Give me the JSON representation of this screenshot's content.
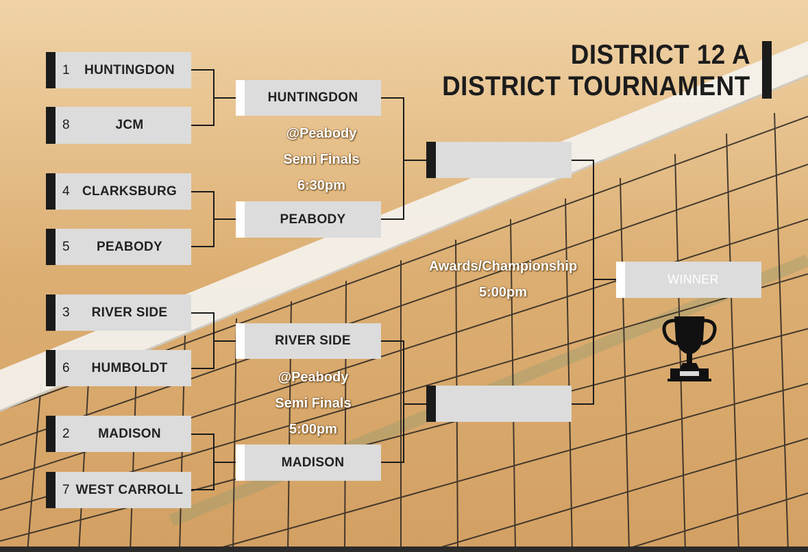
{
  "title": {
    "line1": "DISTRICT 12 A",
    "line2": "DISTRICT TOURNAMENT"
  },
  "round1": [
    {
      "seed": "1",
      "team": "HUNTINGDON"
    },
    {
      "seed": "8",
      "team": "JCM"
    },
    {
      "seed": "4",
      "team": "CLARKSBURG"
    },
    {
      "seed": "5",
      "team": "PEABODY"
    },
    {
      "seed": "3",
      "team": "RIVER SIDE"
    },
    {
      "seed": "6",
      "team": "HUMBOLDT"
    },
    {
      "seed": "2",
      "team": "MADISON"
    },
    {
      "seed": "7",
      "team": "WEST CARROLL"
    }
  ],
  "round2": [
    {
      "team": "HUNTINGDON"
    },
    {
      "team": "PEABODY"
    },
    {
      "team": "RIVER SIDE"
    },
    {
      "team": "MADISON"
    }
  ],
  "semis": [
    {
      "team": ""
    },
    {
      "team": ""
    }
  ],
  "final": {
    "label": "WINNER"
  },
  "notes": {
    "top": {
      "venue": "@Peabody",
      "round": "Semi Finals",
      "time": "6:30pm"
    },
    "bottom": {
      "venue": "@Peabody",
      "round": "Semi Finals",
      "time": "5:00pm"
    },
    "championship": {
      "label": "Awards/Championship",
      "time": "5:00pm"
    }
  },
  "icons": {
    "trophy": "trophy-icon"
  },
  "colors": {
    "box": "#dcdcdc",
    "dark": "#1b1b1b",
    "accent_white": "#ffffff"
  }
}
